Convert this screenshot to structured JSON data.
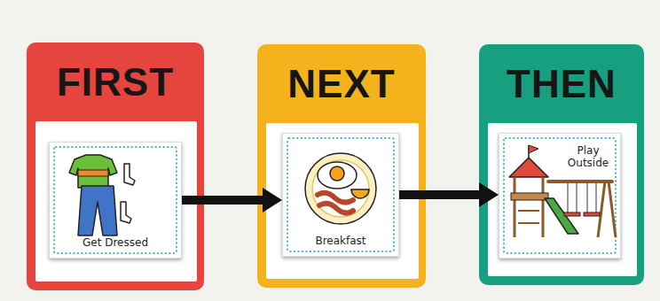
{
  "diagram": {
    "nodes": [
      {
        "text": [
          "FIRST"
        ]
      },
      {
        "text": [
          "Get Dressed"
        ],
        "in": 0
      },
      {
        "text": [
          "NEXT"
        ]
      },
      {
        "text": [
          "Breakfast"
        ],
        "in": 2
      },
      {
        "text": [
          "THEN"
        ]
      },
      {
        "text": [
          "Play Outside"
        ],
        "in": 4
      }
    ],
    "edges": [
      {
        "from": 1,
        "to": 3,
        "arrow": "to"
      },
      {
        "from": 3,
        "to": 5,
        "arrow": "to"
      }
    ]
  }
}
